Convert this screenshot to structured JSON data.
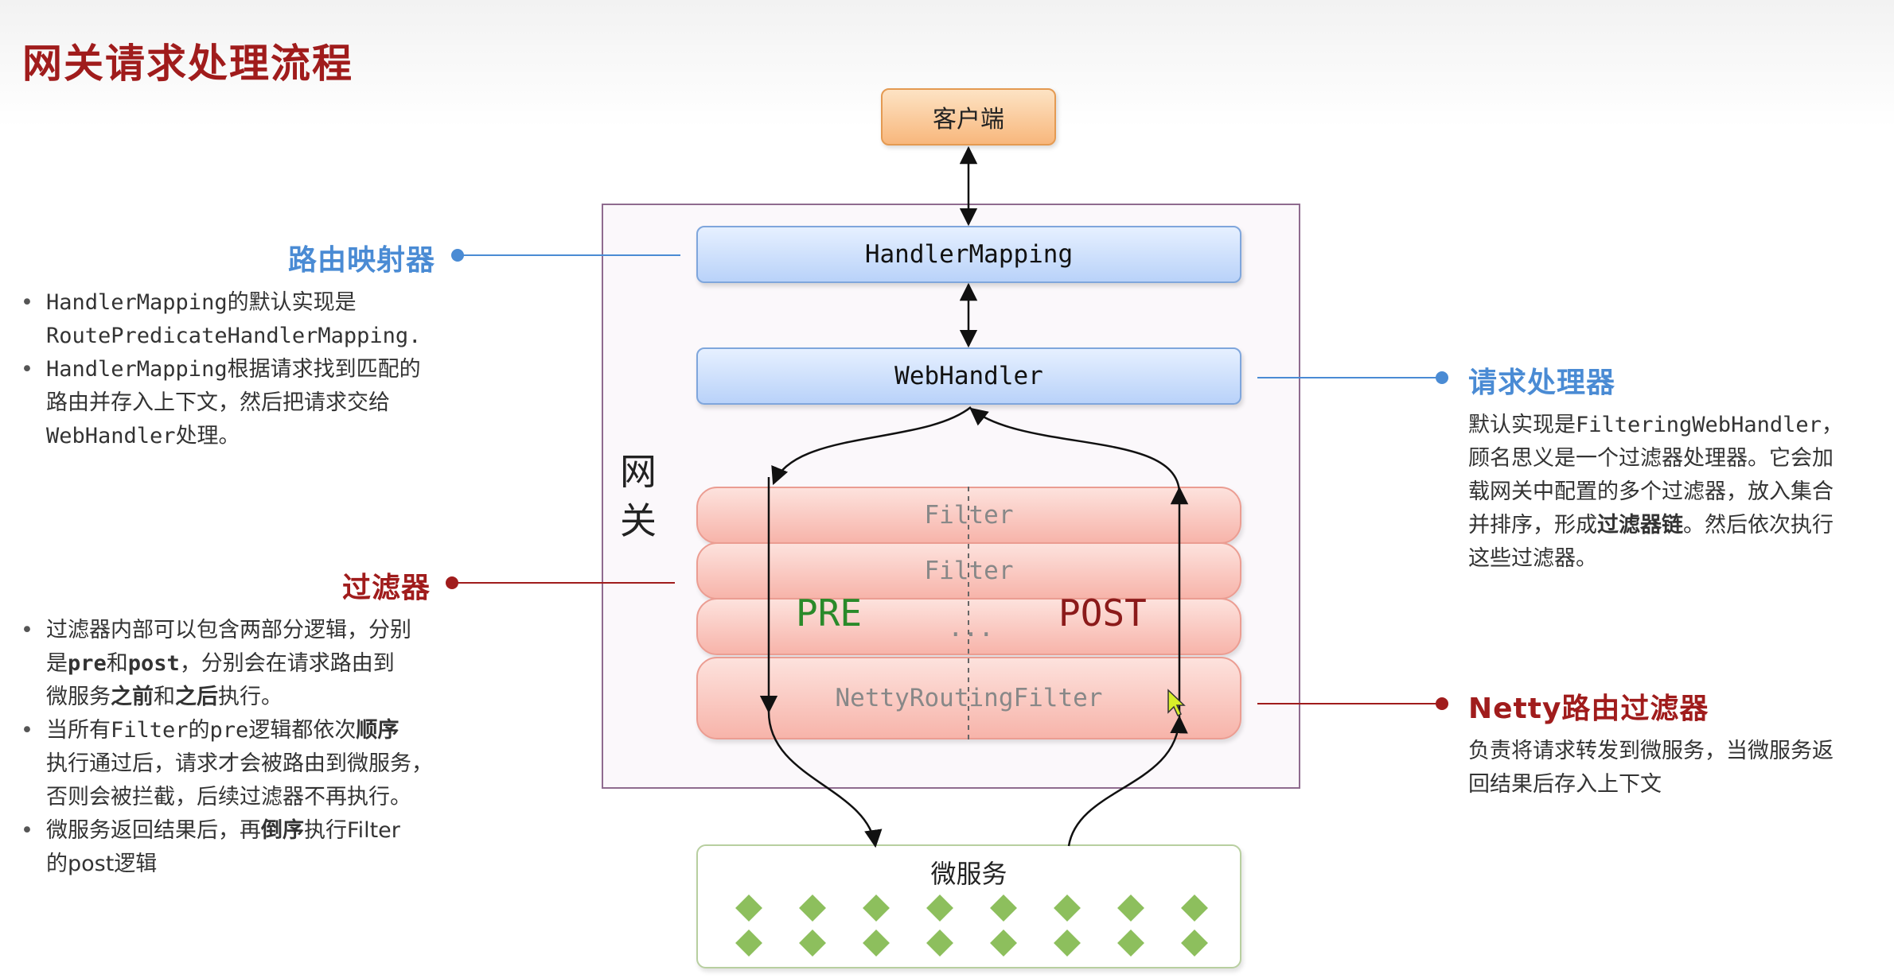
{
  "title": "网关请求处理流程",
  "nodes": {
    "client": "客户端",
    "gateway": "网关",
    "handler_mapping": "HandlerMapping",
    "web_handler": "WebHandler",
    "filters": [
      "Filter",
      "Filter",
      "...",
      "NettyRoutingFilter"
    ],
    "pre": "PRE",
    "post": "POST",
    "microservice": "微服务"
  },
  "annotations": {
    "router": {
      "title": "路由映射器",
      "bullets": [
        {
          "a": "HandlerMapping",
          "b": "的默认实现是",
          "c": "RoutePredicateHandlerMapping."
        },
        {
          "a": "HandlerMapping",
          "b": "根据请求找到匹配的",
          "c": "路由并存入上下文，然后把请求交给",
          "d": "WebHandler",
          "e": "处理。"
        }
      ]
    },
    "request_handler": {
      "title": "请求处理器",
      "text1": "默认实现是",
      "text1_mono": "FilteringWebHandler",
      "text1_end": "，",
      "text2": "顾名思义是一个过滤器处理器。它会加",
      "text3": "载网关中配置的多个过滤器，放入集合",
      "text4a": "并排序，形成",
      "text4b": "过滤器链",
      "text4c": "。然后依次执行",
      "text5": "这些过滤器。"
    },
    "filter": {
      "title": "过滤器",
      "b1_l1": "过滤器内部可以包含两部分逻辑，分别",
      "b1_l2a": "是",
      "b1_l2b": "pre",
      "b1_l2c": "和",
      "b1_l2d": "post",
      "b1_l2e": "，分别会在请求路由到",
      "b1_l3a": "微服务",
      "b1_l3b": "之前",
      "b1_l3c": "和",
      "b1_l3d": "之后",
      "b1_l3e": "执行。",
      "b2_l1a": "当所有",
      "b2_l1b": "Filter",
      "b2_l1c": "的",
      "b2_l1d": "pre",
      "b2_l1e": "逻辑都依次",
      "b2_l1f": "顺序",
      "b2_l2": "执行通过后，请求才会被路由到微服务，",
      "b2_l3": "否则会被拦截，后续过滤器不再执行。",
      "b3_l1a": "微服务返回结果后，再",
      "b3_l1b": "倒序",
      "b3_l1c": "执行Filter",
      "b3_l2": "的post逻辑"
    },
    "netty": {
      "title": "Netty路由过滤器",
      "text1": "负责将请求转发到微服务，当微服务返",
      "text2": "回结果后存入上下文"
    }
  },
  "colors": {
    "title": "#a01c1c",
    "blue_annotation": "#4a8bd4",
    "red_annotation": "#a01c1c",
    "pre": "#2a8a2a",
    "post": "#8b1a1a"
  }
}
